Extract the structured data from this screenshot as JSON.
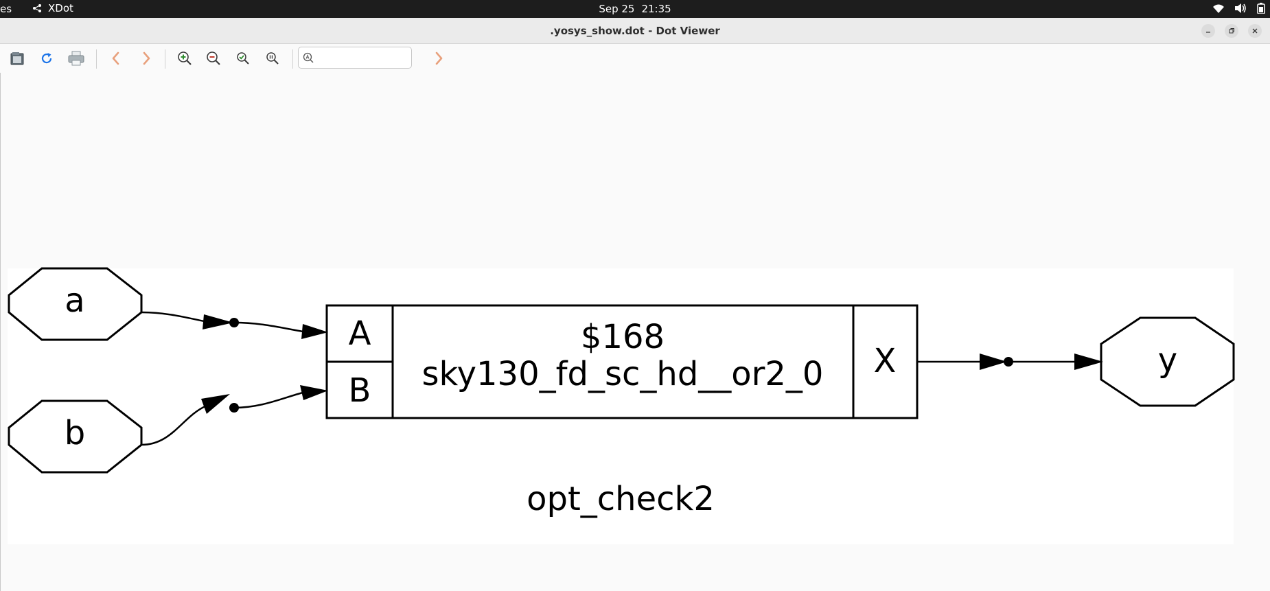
{
  "topbar": {
    "activities": "es",
    "app_name": "XDot",
    "date": "Sep 25",
    "time": "21:35"
  },
  "window": {
    "title": ".yosys_show.dot - Dot Viewer"
  },
  "toolbar": {
    "buttons": [
      "open-icon",
      "reload-icon",
      "print-icon",
      "back-icon",
      "forward-icon",
      "zoom-in-icon",
      "zoom-out-icon",
      "zoom-fit-icon",
      "zoom-100-icon"
    ],
    "search_value": "",
    "search_placeholder": ""
  },
  "graph": {
    "input_a": "a",
    "input_b": "b",
    "output_y": "y",
    "cell": {
      "id": "$168",
      "type": "sky130_fd_sc_hd__or2_0",
      "port_a": "A",
      "port_b": "B",
      "port_x": "X"
    },
    "module_name": "opt_check2"
  },
  "colors": {
    "topbar_bg": "#1d1d1d",
    "titlebar_bg": "#ebebeb",
    "canvas_bg": "#fafafa",
    "graph_bg": "#ffffff",
    "stroke": "#000000",
    "zoom_in": "#2e8b2e",
    "zoom_out": "#c0392b",
    "nav_arrow": "#e8a07c",
    "reload": "#1a73e8"
  }
}
